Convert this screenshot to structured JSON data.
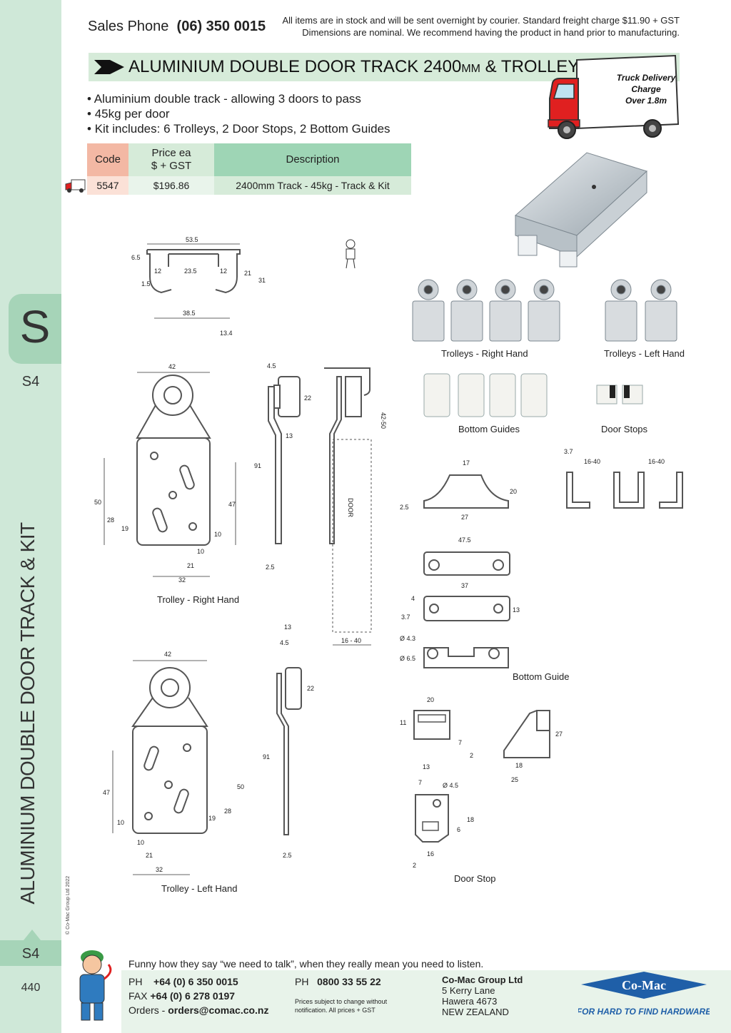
{
  "header": {
    "sales_phone_label": "Sales Phone",
    "sales_phone_number": "(06) 350 0015",
    "notice_line1": "All items are in stock and will be sent overnight by courier. Standard freight charge $11.90 + GST",
    "notice_line2": "Dimensions are nominal. We recommend having the product in hand prior to manufacturing."
  },
  "title": {
    "main": "ALUMINIUM DOUBLE DOOR TRACK 2400",
    "unit": "MM",
    "rest": " & TROLLEY KIT"
  },
  "truck_badge": {
    "line1": "Truck Delivery",
    "line2": "Charge",
    "line3": "Over 1.8m"
  },
  "bullets": [
    "Aluminium double track - allowing 3 doors to pass",
    "45kg per door",
    "Kit includes: 6 Trolleys, 2 Door Stops, 2 Bottom Guides"
  ],
  "table": {
    "headers": {
      "code": "Code",
      "price_line1": "Price ea",
      "price_line2": "$ + GST",
      "description": "Description"
    },
    "rows": [
      {
        "code": "5547",
        "price": "$196.86",
        "description": "2400mm Track - 45kg - Track & Kit"
      }
    ]
  },
  "sidebar": {
    "letter": "S",
    "code": "S4",
    "vertical_title": "ALUMINIUM DOUBLE DOOR TRACK & KIT",
    "copyright": "© Co-Mac Group Ltd 2022",
    "footer_code": "S4",
    "page_number": "440"
  },
  "labels": {
    "trolleys_right": "Trolleys - Right Hand",
    "trolleys_left": "Trolleys - Left Hand",
    "bottom_guides": "Bottom Guides",
    "door_stops": "Door Stops",
    "trolley_right": "Trolley - Right Hand",
    "trolley_left": "Trolley - Left Hand",
    "bottom_guide": "Bottom Guide",
    "door_stop": "Door Stop",
    "door": "DOOR"
  },
  "dimensions": {
    "track": [
      "53.5",
      "6.5",
      "12",
      "23.5",
      "12",
      "1.5",
      "21",
      "31",
      "38.5",
      "13.4"
    ],
    "trolley_rh": [
      "42",
      "50",
      "28",
      "19",
      "47",
      "10",
      "10",
      "21",
      "32"
    ],
    "side_view": [
      "4.5",
      "22",
      "13",
      "91",
      "2.5"
    ],
    "door_view": [
      "42-50",
      "16 - 40"
    ],
    "bottom_guide": [
      "17",
      "20",
      "2.5",
      "27",
      "47.5",
      "37",
      "4",
      "3.7",
      "13",
      "Ø 4.3",
      "Ø 6.5"
    ],
    "door_stop_track": [
      "3.7",
      "16-40",
      "16-40"
    ],
    "trolley_lh": [
      "42",
      "47",
      "10",
      "50",
      "28",
      "19",
      "10",
      "21",
      "32"
    ],
    "side_view_lh": [
      "13",
      "4.5",
      "22",
      "91",
      "2.5"
    ],
    "door_stop": [
      "20",
      "11",
      "13",
      "7",
      "2",
      "18",
      "25",
      "27",
      "7",
      "Ø 4.5",
      "18",
      "6",
      "16",
      "2"
    ]
  },
  "footer": {
    "tagline": "Funny how they say “we need to talk”, when they really mean you need to listen.",
    "ph_label": "PH",
    "ph_number": "+64 (0) 6 350 0015",
    "fax_label": "FAX",
    "fax_number": "+64 (0) 6 278 0197",
    "orders_label": "Orders -",
    "orders_email": "orders@comac.co.nz",
    "ph2_label": "PH",
    "ph2_number": "0800 33 55 22",
    "prices_note_line1": "Prices subject to change without",
    "prices_note_line2": "notification. All prices + GST",
    "company_name": "Co-Mac Group Ltd",
    "address_line1": "5 Kerry Lane",
    "address_line2": "Hawera 4673",
    "address_line3": "NEW ZEALAND",
    "logo_text": "Co-Mac",
    "slogan": "FOR HARD TO FIND HARDWARE"
  },
  "colors": {
    "sidebar": "#cfe8d8",
    "tab": "#a6d4b8",
    "title_bar": "#d6ebd9",
    "code_header": "#f3b8a4",
    "desc_header": "#9ed5b5",
    "brand_blue": "#1f5fa8",
    "truck_red": "#e02020"
  }
}
